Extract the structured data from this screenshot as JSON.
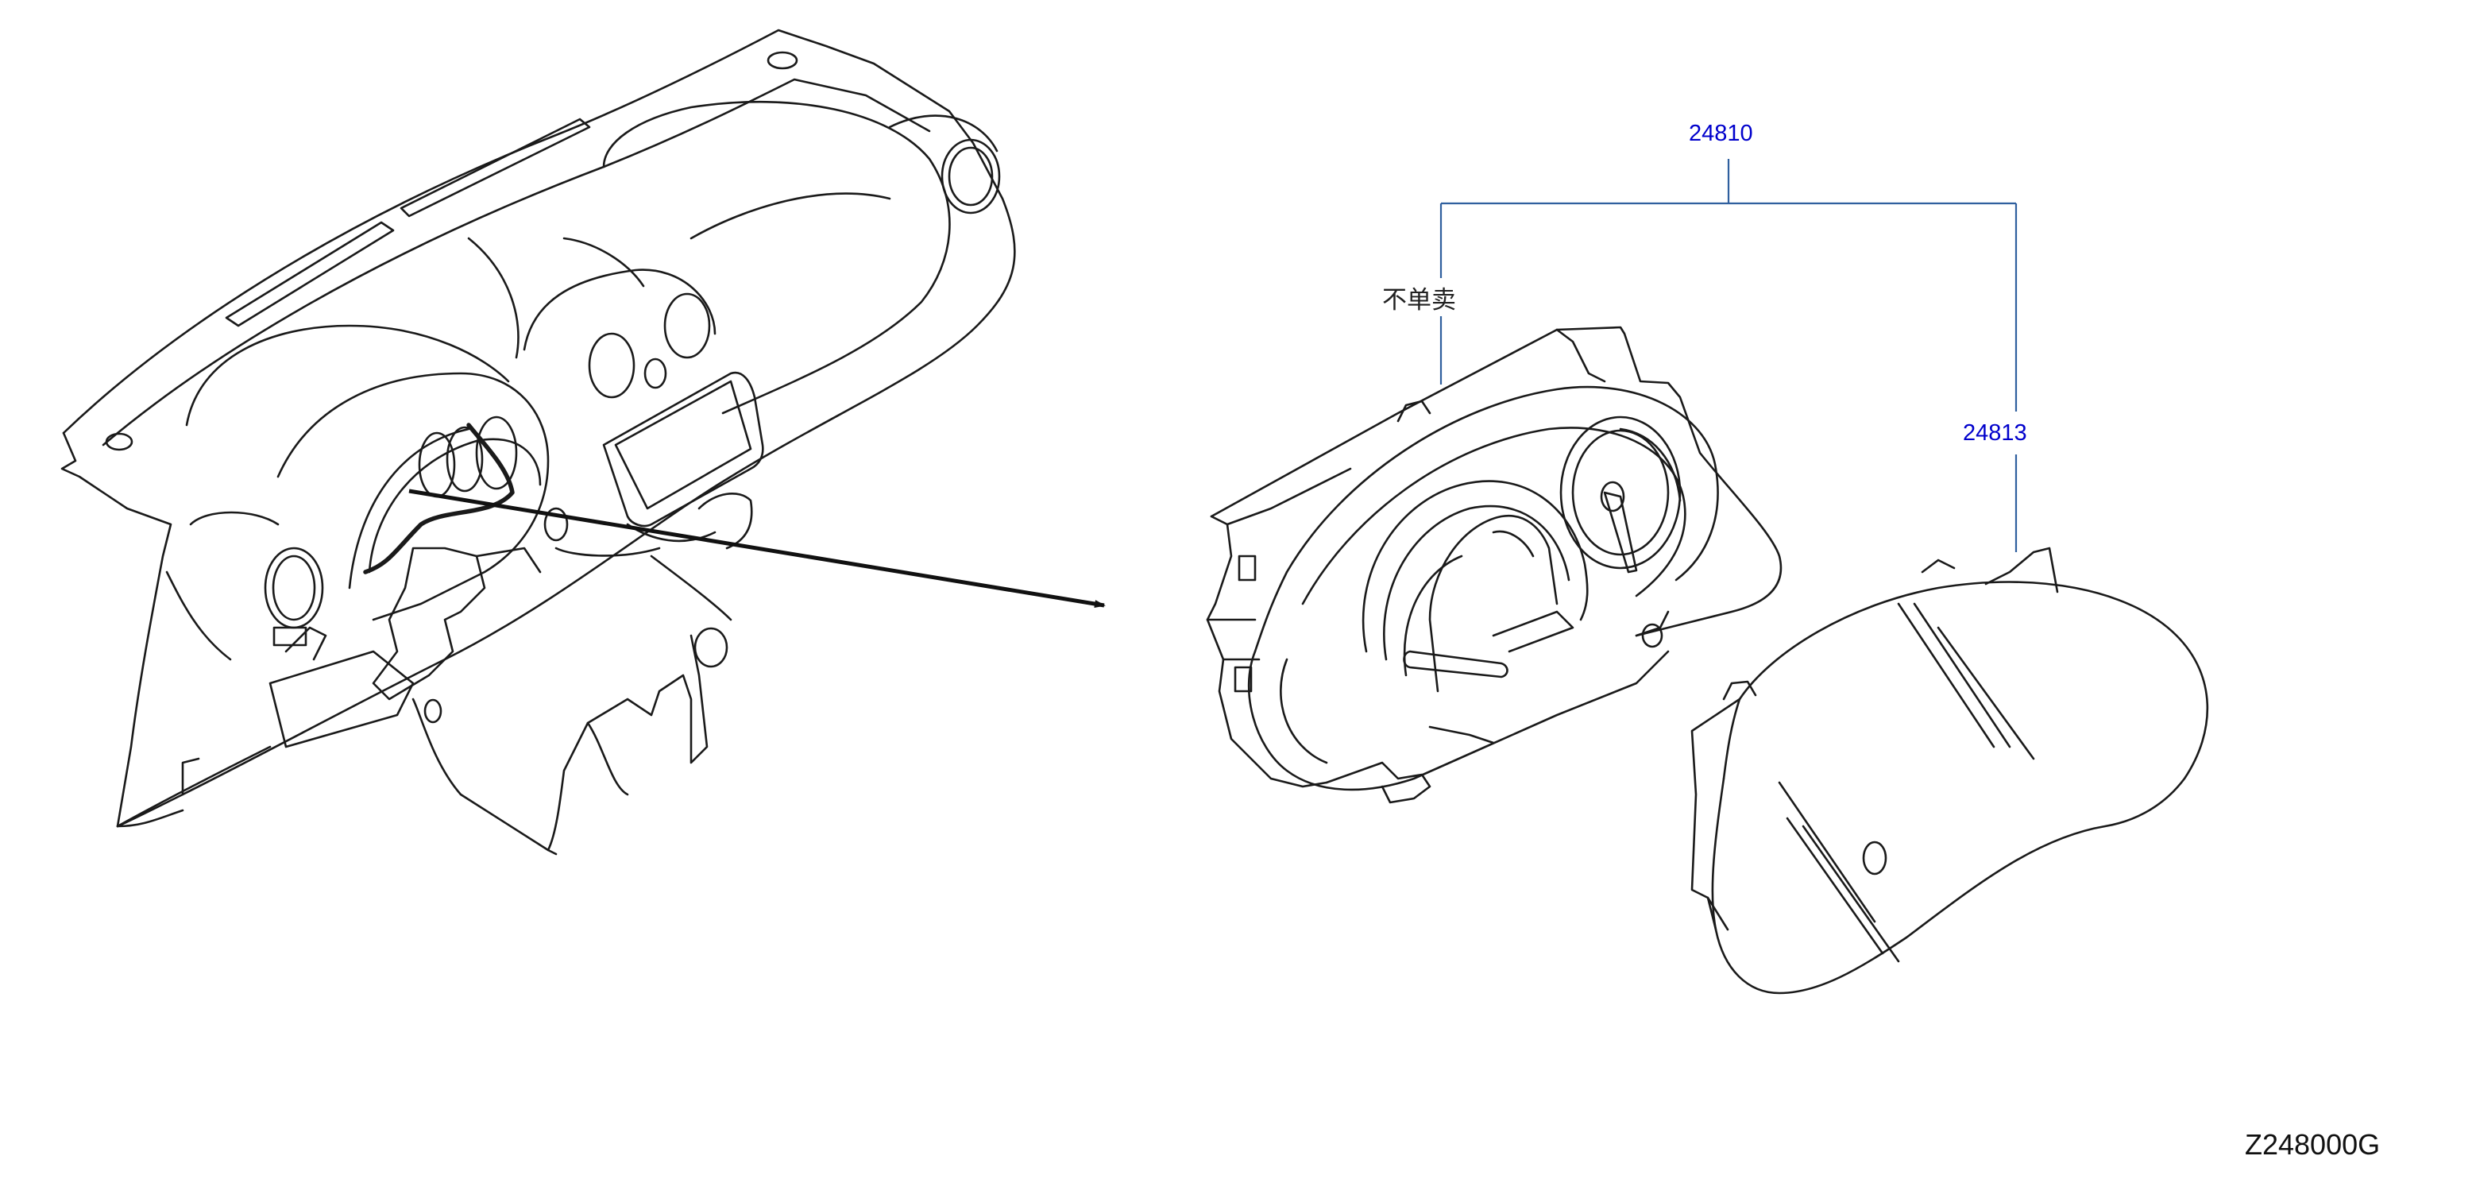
{
  "diagram": {
    "parts": [
      {
        "number": "24810",
        "component": "combination-meter-assembly"
      },
      {
        "number": "24813",
        "component": "meter-cover-glass"
      }
    ],
    "note": "不单卖",
    "diagram_code": "Z248000G"
  },
  "colors": {
    "part_number": "#0000cc",
    "leader_line": "#2f5f9e",
    "drawing_line": "#1a1a1a",
    "background": "#ffffff"
  }
}
